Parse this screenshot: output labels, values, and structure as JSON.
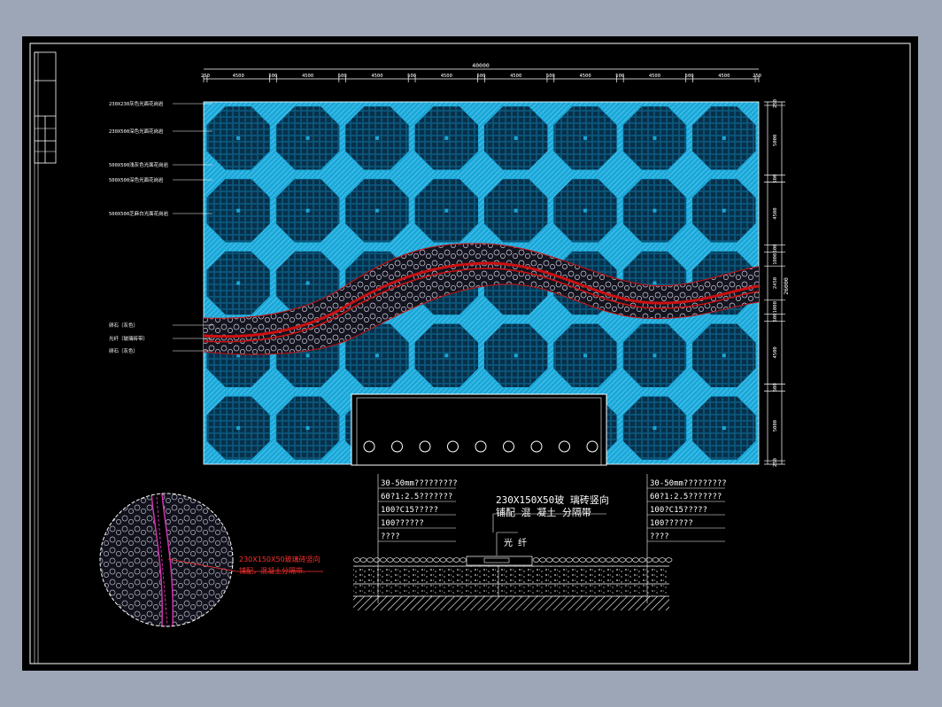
{
  "colors": {
    "background": "#9da6b7",
    "sheet": "#000000",
    "paving": "#1aa8d8",
    "grid": "#0a5a80",
    "ribbon": "#cc1010",
    "pebbles": "#1a1a2a",
    "frame": "#ffffff",
    "annotation_red": "#ff3030",
    "fiber_magenta": "#cc33aa"
  },
  "dimensions": {
    "overall_width": "40000",
    "top_row": [
      "250",
      "4500",
      "500",
      "4500",
      "500",
      "4500",
      "500",
      "4500",
      "500",
      "4500",
      "500",
      "4500",
      "500",
      "4500",
      "500",
      "4500",
      "250"
    ],
    "overall_height": "26000",
    "right_column": [
      "250",
      "5000",
      "500",
      "4500",
      "500",
      "1000",
      "2450",
      "1000",
      "500",
      "4500",
      "500",
      "5000",
      "250"
    ]
  },
  "left_labels": [
    "230X230灰色光面花岗岩",
    "230X500深色光面花岗岩",
    "500X500浅灰色光面花岗岩",
    "500X500深色光面花岗岩",
    "500X500芝麻白光面花岗岩",
    "卵石（灰色）",
    "光纤（玻璃砖带）",
    "卵石（灰色）"
  ],
  "section_left_labels": [
    "30-50mm?????????",
    "60?1:2.5???????",
    "100?C15?????",
    "100??????",
    "????"
  ],
  "section_right_labels": [
    "30-50mm?????????",
    "60?1:2.5???????",
    "100?C15?????",
    "100??????",
    "????"
  ],
  "section_title_line1": "230X150X50玻 璃砖竖向",
  "section_title_line2": "铺配 混 凝土 分隔带",
  "fiber_label": "光 纤",
  "detail_note_line1": "230X150X50玻璃砖竖向",
  "detail_note_line2": "铺配，混凝土分隔带.",
  "title_block_cells": [
    "",
    "",
    "",
    ""
  ]
}
